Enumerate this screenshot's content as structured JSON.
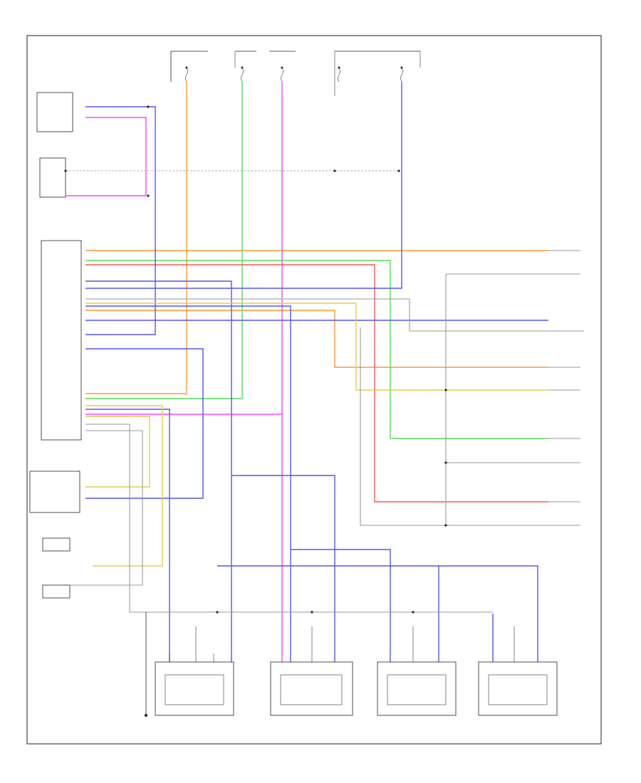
{
  "diagram": {
    "footer_code": "",
    "fuse_headers": [
      {
        "id": "hdr-fuse-1",
        "text": ""
      },
      {
        "id": "hdr-fuse-2",
        "text": ""
      },
      {
        "id": "hdr-fuse-3",
        "text": ""
      },
      {
        "id": "hdr-fuse-4",
        "text": ""
      }
    ],
    "fuses": [
      {
        "id": "fuse-1",
        "text": ""
      },
      {
        "id": "fuse-2",
        "text": ""
      },
      {
        "id": "fuse-3",
        "text": ""
      },
      {
        "id": "fuse-4",
        "text": ""
      },
      {
        "id": "fuse-5",
        "text": ""
      }
    ],
    "components": [
      {
        "id": "comp-left-upper",
        "text": ""
      },
      {
        "id": "comp-left-mid",
        "text": ""
      },
      {
        "id": "comp-left-control-unit",
        "text": ""
      },
      {
        "id": "comp-left-module",
        "text": ""
      },
      {
        "id": "comp-left-sensor-lower",
        "text": ""
      },
      {
        "id": "comp-right-sensor-1",
        "text": ""
      },
      {
        "id": "comp-right-sensor-2",
        "text": ""
      },
      {
        "id": "comp-right-sensor-3",
        "text": ""
      },
      {
        "id": "comp-right-sensor-4",
        "text": ""
      },
      {
        "id": "comp-bottom-1",
        "text": ""
      },
      {
        "id": "comp-bottom-2",
        "text": ""
      },
      {
        "id": "comp-bottom-3",
        "text": ""
      },
      {
        "id": "comp-bottom-4",
        "text": ""
      },
      {
        "id": "comp-bottom-ground",
        "text": ""
      }
    ]
  }
}
